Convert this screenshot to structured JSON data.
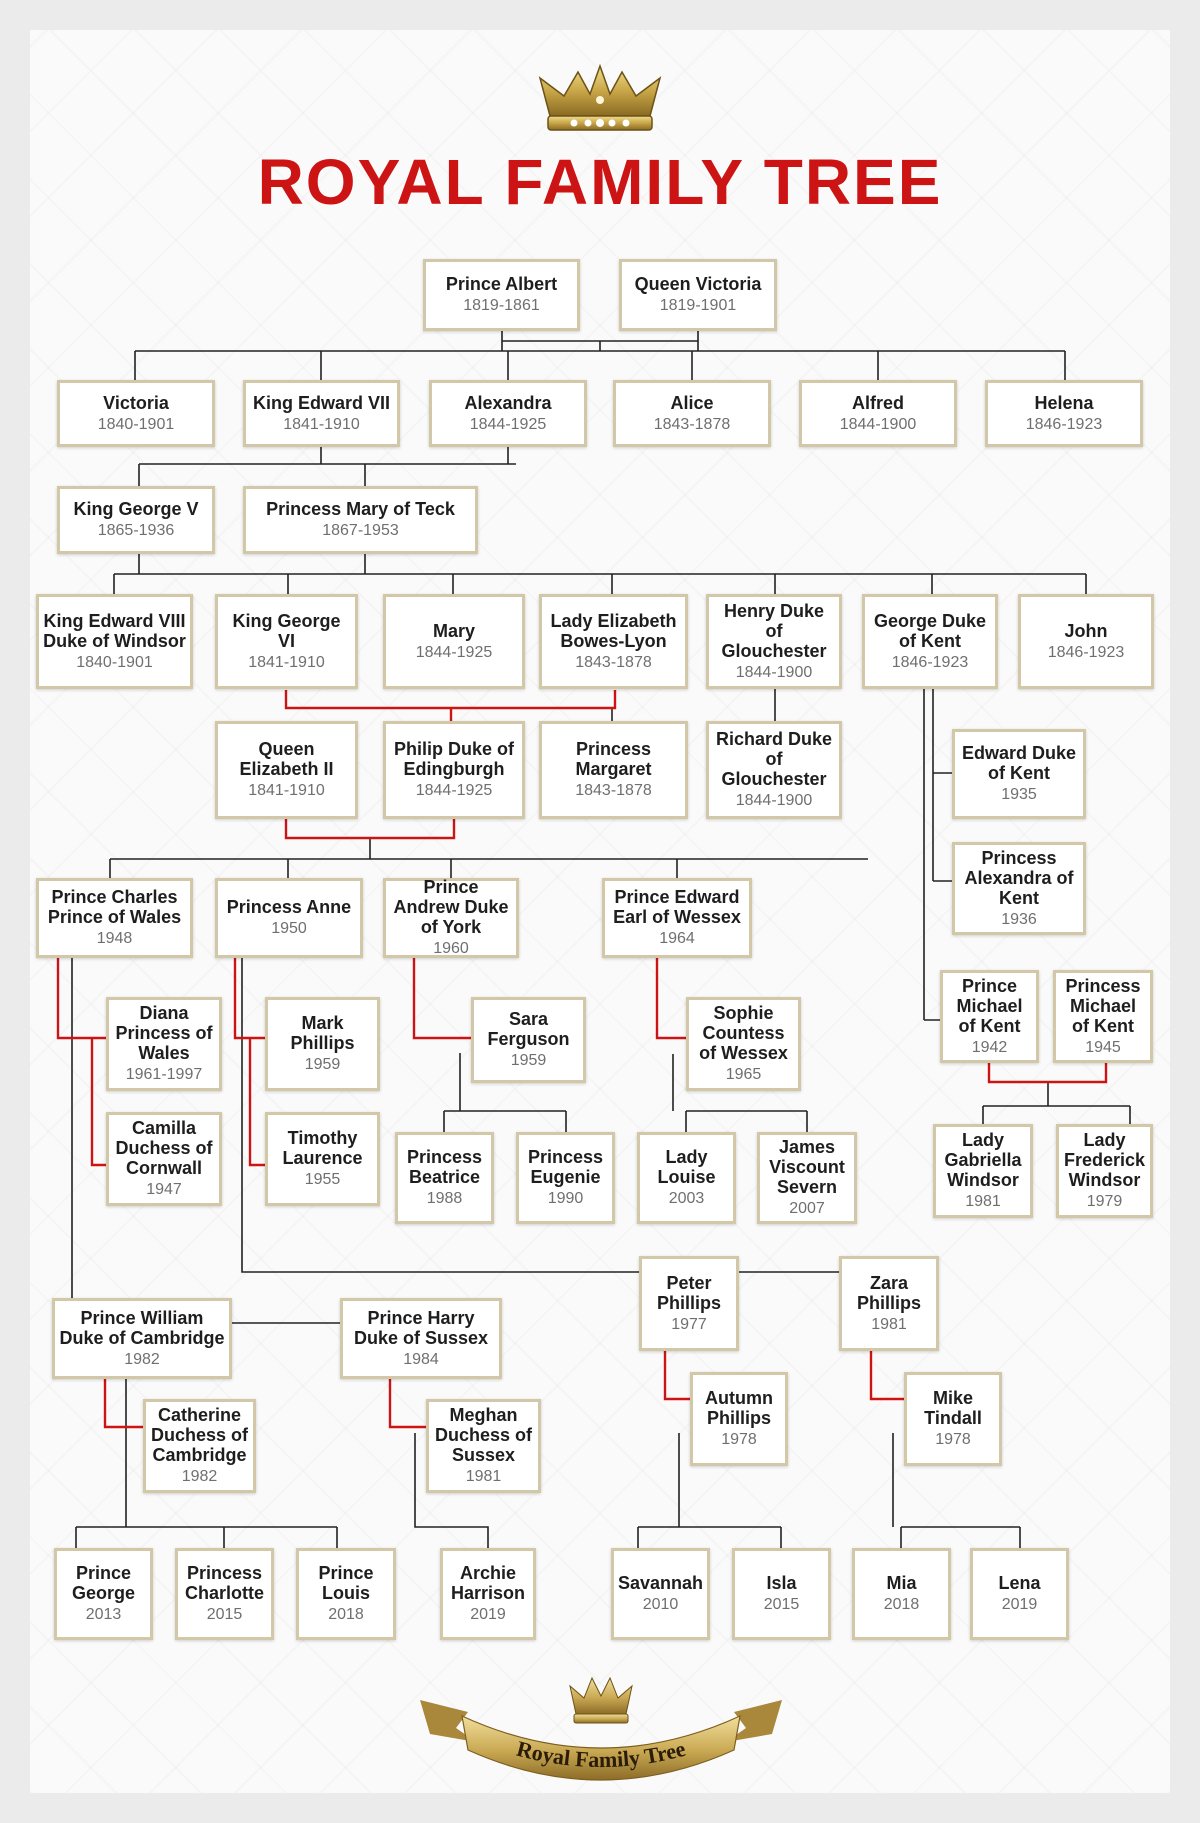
{
  "title": "ROYAL FAMILY TREE",
  "ribbon_text": "Royal Family Tree",
  "colors": {
    "title": "#cc1414",
    "marriage_line": "#cc1414",
    "descent_line": "#222222",
    "box_border": "#d2c7a6",
    "gold": "#c8a648"
  },
  "icons": {
    "top": "crown-icon",
    "bottom": "crown-icon"
  },
  "people": {
    "prince_albert": {
      "name": "Prince Albert",
      "years": "1819-1861"
    },
    "queen_victoria": {
      "name": "Queen Victoria",
      "years": "1819-1901"
    },
    "victoria": {
      "name": "Victoria",
      "years": "1840-1901"
    },
    "king_edward_vii": {
      "name": "King Edward VII",
      "years": "1841-1910"
    },
    "alexandra": {
      "name": "Alexandra",
      "years": "1844-1925"
    },
    "alice": {
      "name": "Alice",
      "years": "1843-1878"
    },
    "alfred": {
      "name": "Alfred",
      "years": "1844-1900"
    },
    "helena": {
      "name": "Helena",
      "years": "1846-1923"
    },
    "king_george_v": {
      "name": "King George V",
      "years": "1865-1936"
    },
    "princess_mary_teck": {
      "name": "Princess Mary of Teck",
      "years": "1867-1953"
    },
    "king_edward_viii": {
      "name": "King Edward VIII Duke of Windsor",
      "years": "1840-1901"
    },
    "king_george_vi": {
      "name": "King George VI",
      "years": "1841-1910"
    },
    "mary": {
      "name": "Mary",
      "years": "1844-1925"
    },
    "lady_elizabeth": {
      "name": "Lady Elizabeth Bowes-Lyon",
      "years": "1843-1878"
    },
    "henry": {
      "name": "Henry Duke of Glouchester",
      "years": "1844-1900"
    },
    "george_kent": {
      "name": "George Duke of Kent",
      "years": "1846-1923"
    },
    "john": {
      "name": "John",
      "years": "1846-1923"
    },
    "queen_elizabeth_ii": {
      "name": "Queen Elizabeth II",
      "years": "1841-1910"
    },
    "philip": {
      "name": "Philip Duke of Edingburgh",
      "years": "1844-1925"
    },
    "princess_margaret": {
      "name": "Princess Margaret",
      "years": "1843-1878"
    },
    "richard": {
      "name": "Richard Duke of Glouchester",
      "years": "1844-1900"
    },
    "edward_kent": {
      "name": "Edward Duke of Kent",
      "years": "1935"
    },
    "alexandra_kent": {
      "name": "Princess Alexandra of Kent",
      "years": "1936"
    },
    "prince_charles": {
      "name": "Prince Charles Prince of Wales",
      "years": "1948"
    },
    "princess_anne": {
      "name": "Princess Anne",
      "years": "1950"
    },
    "prince_andrew": {
      "name": "Prince Andrew Duke of York",
      "years": "1960"
    },
    "prince_edward": {
      "name": "Prince Edward Earl of Wessex",
      "years": "1964"
    },
    "diana": {
      "name": "Diana Princess of Wales",
      "years": "1961-1997"
    },
    "camilla": {
      "name": "Camilla Duchess of Cornwall",
      "years": "1947"
    },
    "mark_phillips": {
      "name": "Mark Phillips",
      "years": "1959"
    },
    "timothy_laurence": {
      "name": "Timothy Laurence",
      "years": "1955"
    },
    "sara_ferguson": {
      "name": "Sara Ferguson",
      "years": "1959"
    },
    "sophie": {
      "name": "Sophie Countess of Wessex",
      "years": "1965"
    },
    "prince_michael": {
      "name": "Prince Michael of Kent",
      "years": "1942"
    },
    "princess_michael": {
      "name": "Princess Michael of Kent",
      "years": "1945"
    },
    "princess_beatrice": {
      "name": "Princess Beatrice",
      "years": "1988"
    },
    "princess_eugenie": {
      "name": "Princess Eugenie",
      "years": "1990"
    },
    "lady_louise": {
      "name": "Lady Louise",
      "years": "2003"
    },
    "james": {
      "name": "James Viscount Severn",
      "years": "2007"
    },
    "lady_gabriella": {
      "name": "Lady Gabriella Windsor",
      "years": "1981"
    },
    "lady_frederick": {
      "name": "Lady Frederick Windsor",
      "years": "1979"
    },
    "peter_phillips": {
      "name": "Peter Phillips",
      "years": "1977"
    },
    "zara_phillips": {
      "name": "Zara Phillips",
      "years": "1981"
    },
    "prince_william": {
      "name": "Prince William Duke of Cambridge",
      "years": "1982"
    },
    "prince_harry": {
      "name": "Prince Harry Duke of Sussex",
      "years": "1984"
    },
    "catherine": {
      "name": "Catherine Duchess of Cambridge",
      "years": "1982"
    },
    "meghan": {
      "name": "Meghan Duchess of Sussex",
      "years": "1981"
    },
    "autumn": {
      "name": "Autumn Phillips",
      "years": "1978"
    },
    "mike_tindall": {
      "name": "Mike Tindall",
      "years": "1978"
    },
    "prince_george": {
      "name": "Prince George",
      "years": "2013"
    },
    "princess_charlotte": {
      "name": "Princess Charlotte",
      "years": "2015"
    },
    "prince_louis": {
      "name": "Prince Louis",
      "years": "2018"
    },
    "archie": {
      "name": "Archie Harrison",
      "years": "2019"
    },
    "savannah": {
      "name": "Savannah",
      "years": "2010"
    },
    "isla": {
      "name": "Isla",
      "years": "2015"
    },
    "mia": {
      "name": "Mia",
      "years": "2018"
    },
    "lena": {
      "name": "Lena",
      "years": "2019"
    }
  }
}
